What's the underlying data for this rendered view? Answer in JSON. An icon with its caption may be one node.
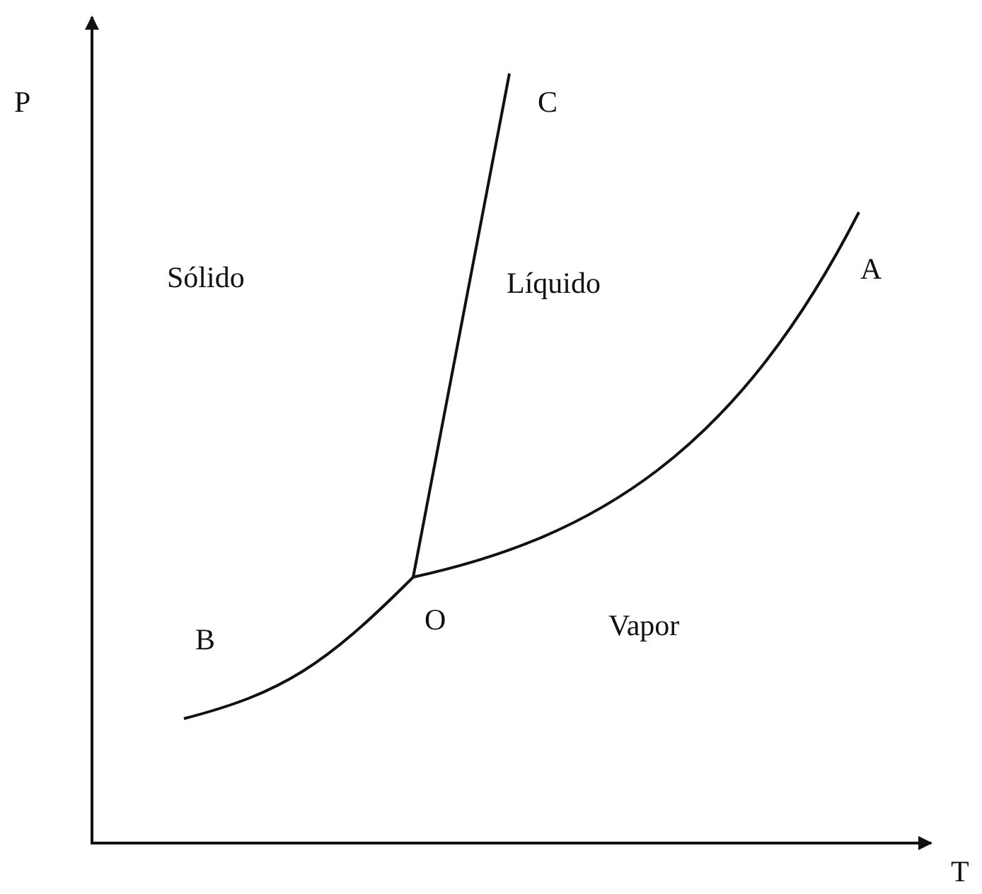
{
  "diagram": {
    "labels": [
      "P",
      "C",
      "Sólido",
      "Líquido",
      "A",
      "O",
      "Vapor",
      "B",
      "T"
    ]
  }
}
